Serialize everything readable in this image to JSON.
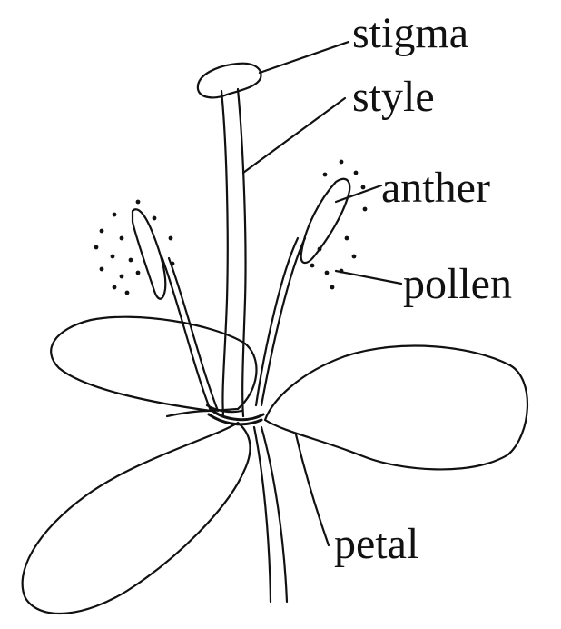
{
  "labels": {
    "stigma": "stigma",
    "style": "style",
    "anther": "anther",
    "pollen": "pollen",
    "petal": "petal"
  }
}
